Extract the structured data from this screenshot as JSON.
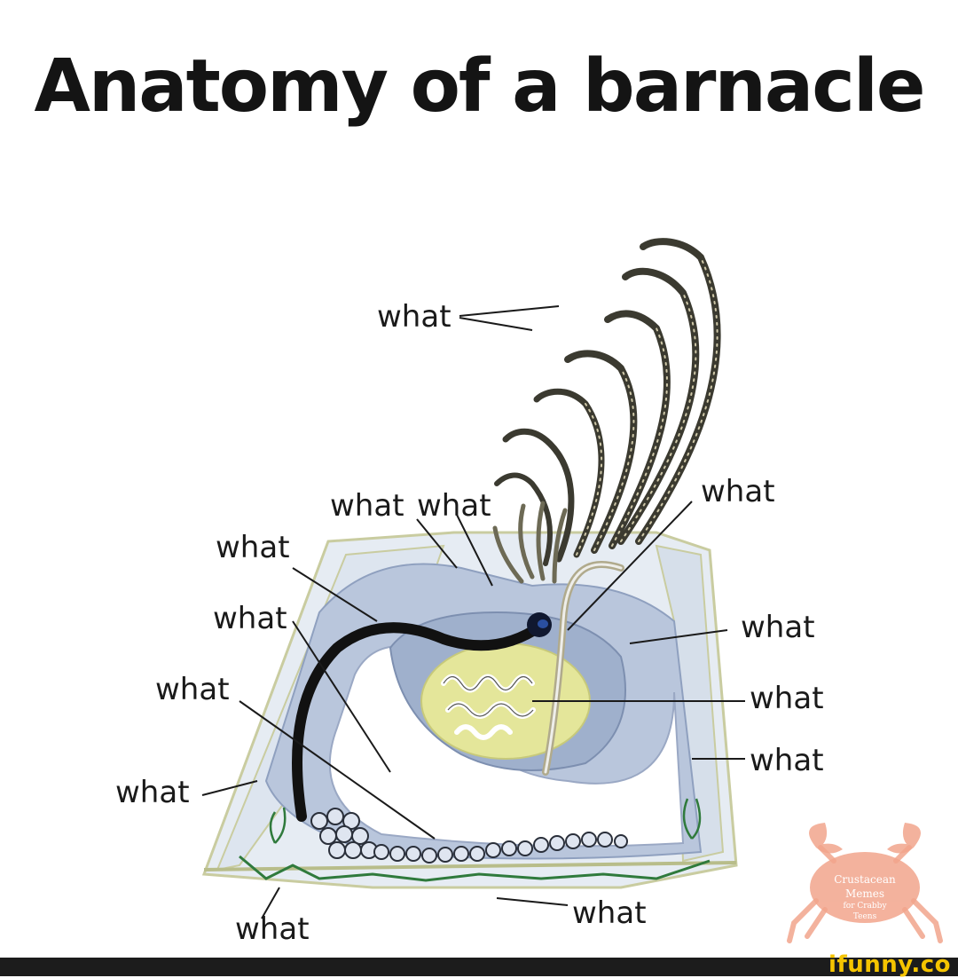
{
  "title": "Anatomy of a barnacle",
  "labels": {
    "top": "what",
    "upper_left_1": "what",
    "upper_left_2": "what",
    "upper_right": "what",
    "left_1": "what",
    "left_2": "what",
    "left_3": "what",
    "left_4": "what",
    "right_1": "what",
    "right_2": "what",
    "right_3": "what",
    "bottom_left": "what",
    "bottom_right": "what"
  },
  "watermark": {
    "line1": "Crustacean",
    "line2": "Memes",
    "line3": "for Crabby",
    "line4": "Teens"
  },
  "footer": {
    "brand": "ifunny.co"
  },
  "colors": {
    "shell": "#bcc9dc",
    "mantle": "#a9b6cf",
    "gut": "#e4e69a",
    "cirri": "#7a7560",
    "accent": "#f5c400"
  }
}
